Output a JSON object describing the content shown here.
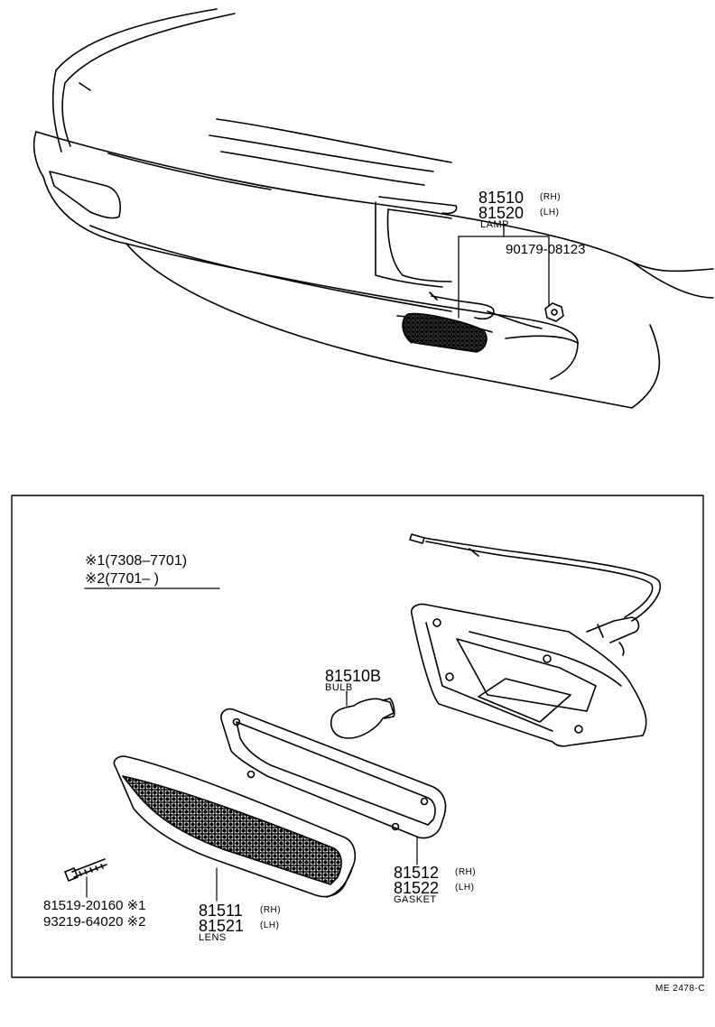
{
  "colors": {
    "line": "#000000",
    "background": "#ffffff"
  },
  "upper_view": {
    "lamp_rh_part": "81510",
    "lamp_rh_side": "(RH)",
    "lamp_lh_part": "81520",
    "lamp_lh_side": "(LH)",
    "lamp_name": "LAMP",
    "nut_part": "90179-08123"
  },
  "detail_view": {
    "notes": [
      {
        "mark": "※1",
        "range": "(7308–7701)"
      },
      {
        "mark": "※2",
        "range": "(7701–        )"
      }
    ],
    "bulb_part": "81510B",
    "bulb_name": "BULB",
    "gasket_rh_part": "81512",
    "gasket_rh_side": "(RH)",
    "gasket_lh_part": "81522",
    "gasket_lh_side": "(LH)",
    "gasket_name": "GASKET",
    "lens_rh_part": "81511",
    "lens_rh_side": "(RH)",
    "lens_lh_part": "81521",
    "lens_lh_side": "(LH)",
    "lens_name": "LENS",
    "screw_parts": [
      {
        "part": "81519-20160",
        "mark": "※1"
      },
      {
        "part": "93219-64020",
        "mark": "※2"
      }
    ]
  },
  "drawing_code": "ME 2478-C"
}
